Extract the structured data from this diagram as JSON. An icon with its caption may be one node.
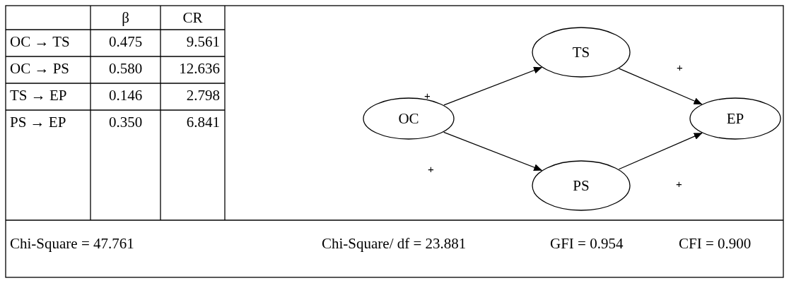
{
  "diagram": {
    "nodes": [
      {
        "text": [
          "OC"
        ]
      },
      {
        "text": [
          "TS"
        ]
      },
      {
        "text": [
          "PS"
        ]
      },
      {
        "text": [
          "EP"
        ]
      }
    ],
    "edges": [
      {
        "from": 0,
        "to": 1,
        "arrow": "to",
        "label": "+"
      },
      {
        "from": 0,
        "to": 2,
        "arrow": "to",
        "label": "+"
      },
      {
        "from": 1,
        "to": 3,
        "arrow": "to",
        "label": "+"
      },
      {
        "from": 2,
        "to": 3,
        "arrow": "to",
        "label": "+"
      }
    ],
    "labels": [
      "β",
      "CR",
      "OC → TS",
      "0.475",
      "9.561",
      "OC → PS",
      "0.580",
      "12.636",
      "TS → EP",
      "0.146",
      "2.798",
      "PS → EP",
      "0.350",
      "6.841",
      "Chi-Square = 47.761",
      "Chi-Square/ df = 23.881",
      "GFI = 0.954",
      "CFI = 0.900"
    ]
  }
}
